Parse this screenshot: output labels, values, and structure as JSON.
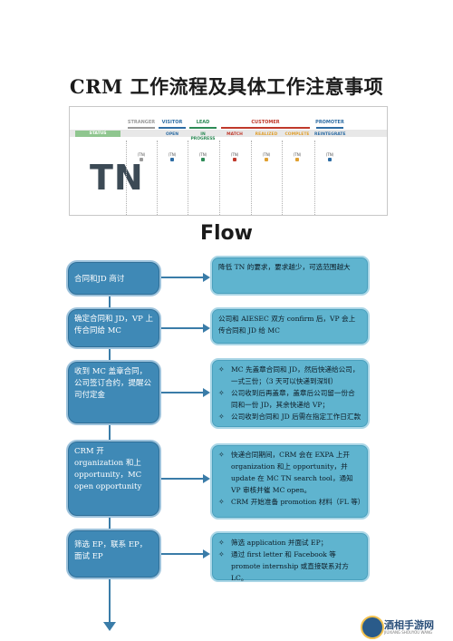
{
  "title": "CRM 工作流程及具体工作注意事项",
  "status_table": {
    "status_label": "STATUS",
    "tn_label": "TN",
    "stages": [
      {
        "name": "STRANGER",
        "sub": "",
        "color": "#9a9a9a"
      },
      {
        "name": "VISITOR",
        "sub": "OPEN",
        "color": "#2e6da4"
      },
      {
        "name": "LEAD",
        "sub": "IN PROGRESS",
        "color": "#2e8b57"
      },
      {
        "name": "CUSTOMER",
        "sub": "MATCH",
        "color": "#c0392b"
      },
      {
        "name": "",
        "sub": "REALIZED",
        "color": "#e0a030"
      },
      {
        "name": "",
        "sub": "COMPLETE",
        "color": "#e0a030"
      },
      {
        "name": "PROMOTER",
        "sub": "REINTEGRATE",
        "color": "#2e6da4"
      }
    ],
    "cells": [
      "(TN)",
      "(TN)",
      "(TN)",
      "(TN)",
      "(TN)",
      "(TN)",
      "(TN)"
    ]
  },
  "flow_title": "Flow",
  "steps": [
    {
      "label": "合同和JD 商讨"
    },
    {
      "label": "确定合同和 JD，VP 上传合同给 MC"
    },
    {
      "label": "收到 MC 盖章合同，公司签订合约，提醒公司付定金"
    },
    {
      "label": "CRM 开 organization 和上 opportunity，MC open opportunity"
    },
    {
      "label": "筛选 EP，联系 EP，面试 EP"
    }
  ],
  "notes": [
    {
      "items": [
        "降低 TN 的要求，要求越少，可选范围越大"
      ],
      "bulleted": false
    },
    {
      "items": [
        "公司和 AIESEC 双方 confirm 后，VP 会上传合同和 JD 给 MC"
      ],
      "bulleted": false
    },
    {
      "items": [
        "MC 先盖章合同和 JD，然后快递给公司，一式三份；（3 天可以快递到深圳）",
        "公司收到后再盖章，盖章后公司留一份合同和一份 JD，其余快递给 VP；",
        "公司收到合同和 JD 后需在指定工作日汇款"
      ],
      "bulleted": true
    },
    {
      "items": [
        "快递合同期间，CRM 会在 EXPA 上开 organization 和上 opportunity，并 update 在 MC TN search tool，通知 VP 审核并催 MC open。",
        "CRM 开始准备 promotion 材料（FL 等）"
      ],
      "bulleted": true
    },
    {
      "items": [
        "筛选 application 并面试 EP；",
        "通过 first letter 和 Facebook 等 promote internship 或直接联系对方 LC。"
      ],
      "bulleted": true
    }
  ],
  "bullet_glyph": "✧",
  "watermark": {
    "text": "酒相手游网",
    "sub": "JIUXIANG SHOUYOU WANG"
  }
}
